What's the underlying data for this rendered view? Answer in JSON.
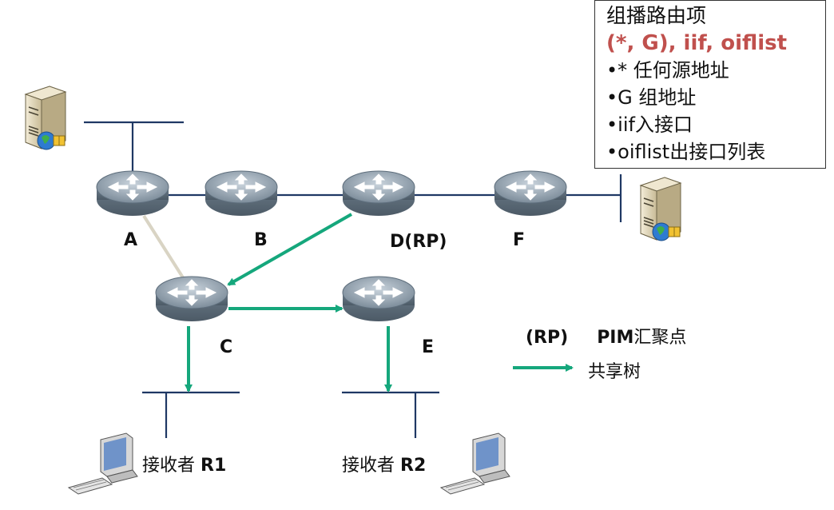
{
  "info_box": {
    "title": "组播路由项",
    "entry": "(*, G), iif, oiflist",
    "items": [
      "•* 任何源地址",
      "•G 组地址",
      "•iif入接口",
      "•oiflist出接口列表"
    ]
  },
  "routers": {
    "A": "A",
    "B": "B",
    "C": "C",
    "D": "D(RP)",
    "E": "E",
    "F": "F"
  },
  "legend": {
    "rp_abbr": "(RP)",
    "rp_desc_bold": "PIM",
    "rp_desc": "汇聚点",
    "shared_tree": "共享树"
  },
  "receivers": {
    "r1_prefix": "接收者 ",
    "r1_name": "R1",
    "r2_prefix": "接收者 ",
    "r2_name": "R2"
  },
  "colors": {
    "link": "#1f3864",
    "shared_tree": "#15a77c",
    "entry_red": "#c0504d"
  }
}
